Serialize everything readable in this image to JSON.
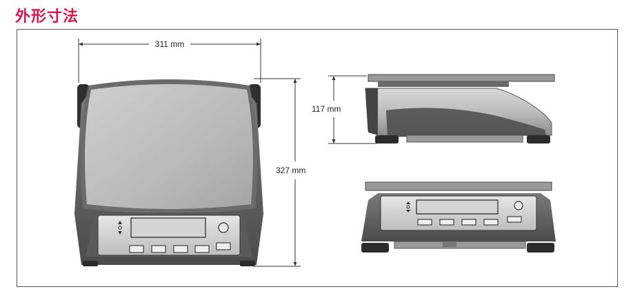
{
  "title": "外形寸法",
  "dimensions": {
    "width": "311 mm",
    "depth": "327 mm",
    "height": "117 mm"
  },
  "display_icons": [
    "up-arrow-icon",
    "circle-icon",
    "down-arrow-icon"
  ]
}
